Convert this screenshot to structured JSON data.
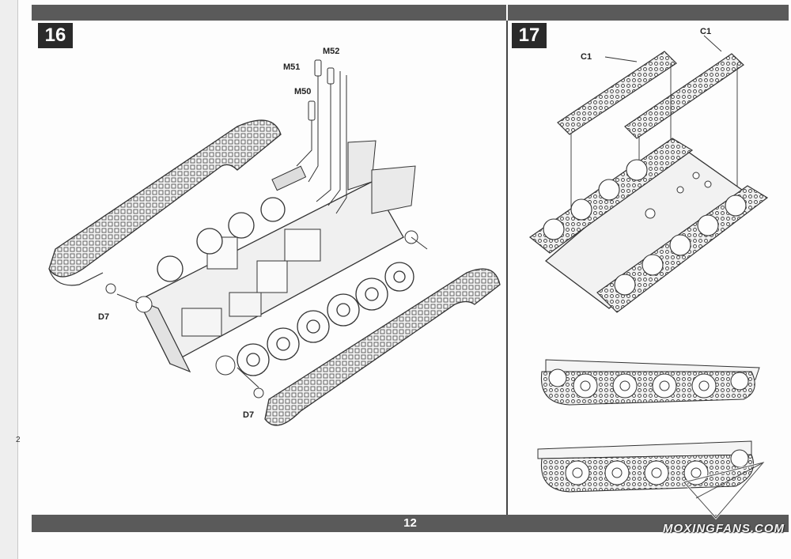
{
  "page": {
    "number": "12",
    "side_number": "2"
  },
  "steps": [
    {
      "number": "16",
      "labels": {
        "m51": "M51",
        "m52": "M52",
        "m50": "M50",
        "d7_left": "D7",
        "d7_bottom": "D7"
      }
    },
    {
      "number": "17",
      "labels": {
        "c1_left": "C1",
        "c1_right": "C1"
      }
    }
  ],
  "watermark": "MOXINGFANS.COM"
}
